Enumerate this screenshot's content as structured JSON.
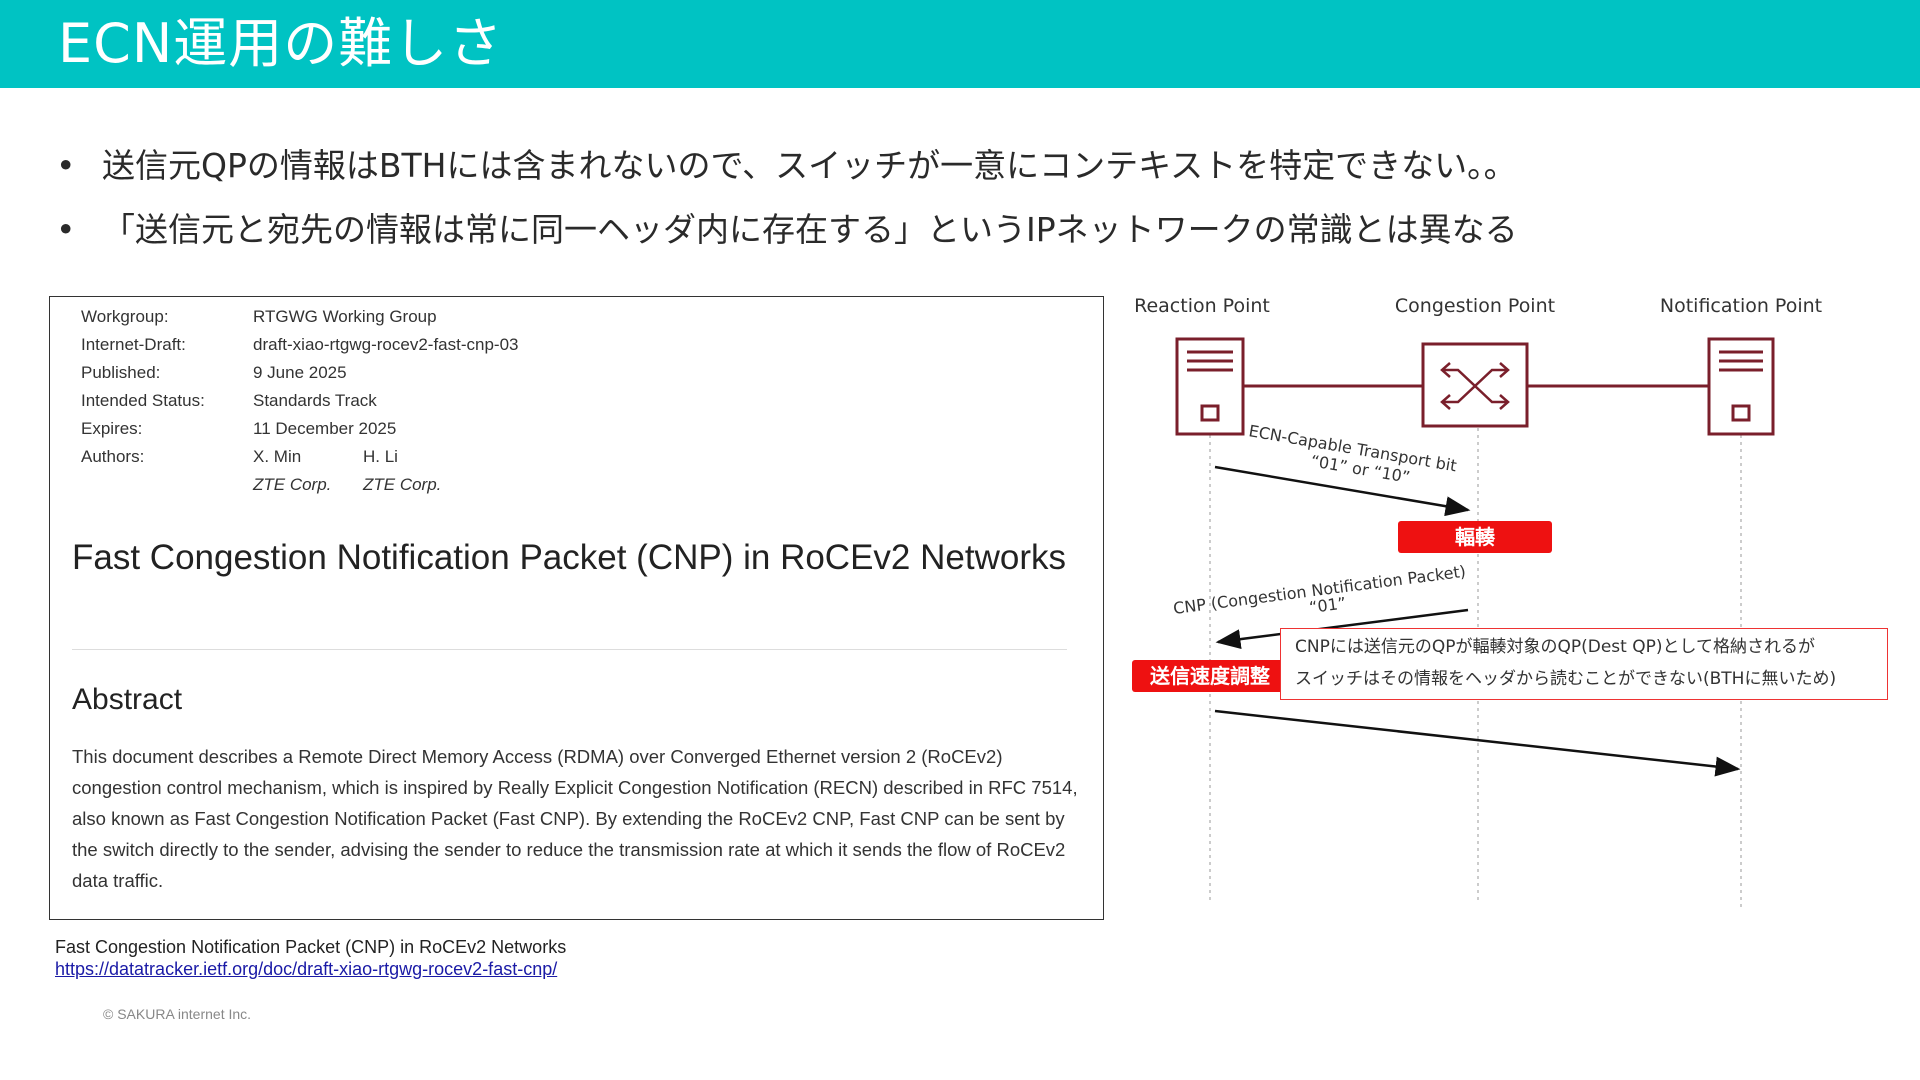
{
  "header": {
    "title": "ECN運用の難しさ",
    "bg_color": "#00c3c3"
  },
  "bullets": [
    "送信元QPの情報はBTHには含まれないので、スイッチが一意にコンテキストを特定できない。。",
    "「送信元と宛先の情報は常に同一ヘッダ内に存在する」というIPネットワークの常識とは異なる"
  ],
  "bullet_glyph": "•",
  "document": {
    "meta": [
      {
        "key": "Workgroup:",
        "value": "RTGWG Working Group"
      },
      {
        "key": "Internet-Draft:",
        "value": "draft-xiao-rtgwg-rocev2-fast-cnp-03"
      },
      {
        "key": "Published:",
        "value": "9 June 2025"
      },
      {
        "key": "Intended Status:",
        "value": "Standards Track"
      },
      {
        "key": "Expires:",
        "value": "11 December 2025"
      },
      {
        "key": "Authors:",
        "value": "X. Min",
        "value2": "H. Li"
      }
    ],
    "affiliations": [
      "ZTE Corp.",
      "ZTE Corp."
    ],
    "title": "Fast Congestion Notification Packet (CNP) in RoCEv2 Networks",
    "abstract_heading": "Abstract",
    "abstract_text": "This document describes a Remote Direct Memory Access (RDMA) over Converged Ethernet version 2 (RoCEv2) congestion control mechanism, which is inspired by Really Explicit Congestion Notification (RECN) described in RFC 7514, also known as Fast Congestion Notification Packet (Fast CNP). By extending the RoCEv2 CNP, Fast CNP can be sent by the switch directly to the sender, advising the sender to reduce the transmission rate at which it sends the flow of RoCEv2 data traffic."
  },
  "caption": {
    "title": "Fast Congestion Notification Packet (CNP) in RoCEv2 Networks",
    "link": "https://datatracker.ietf.org/doc/draft-xiao-rtgwg-rocev2-fast-cnp/"
  },
  "copyright": "© SAKURA internet Inc.",
  "diagram": {
    "nodes": [
      "Reaction Point",
      "Congestion Point",
      "Notification Point"
    ],
    "ecn_label_1": "ECN-Capable Transport bit",
    "ecn_label_2": "“01” or “10”",
    "congestion_tag": "輻輳",
    "cnp_label_1": "CNP (Congestion Notification Packet)",
    "cnp_label_2": "“01”",
    "rate_tag": "送信速度調整",
    "note_line_1": "CNPには送信元のQPが輻輳対象のQP(Dest QP)として格納されるが",
    "note_line_2": "スイッチはその情報をヘッダから読むことができない(BTHに無いため)",
    "node_color": "#7a1f2b",
    "tag_color": "#ee1111"
  }
}
